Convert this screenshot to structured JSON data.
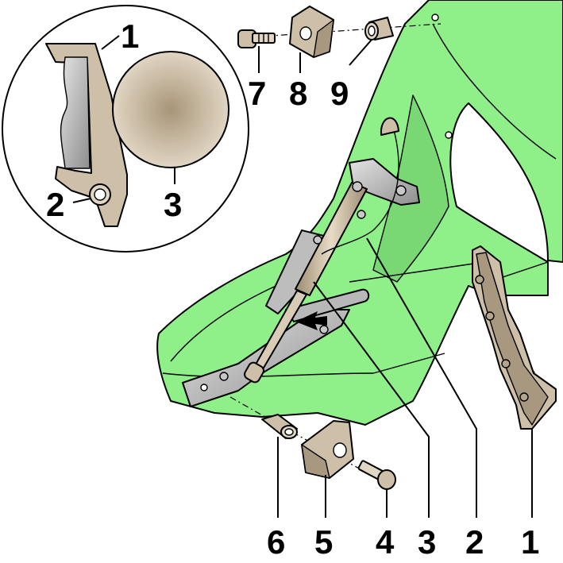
{
  "figure": {
    "colors": {
      "body_panel": "#8ff08a",
      "body_panel_shade": "#79d874",
      "part_metal": "#c8c8c8",
      "part_metal_dark": "#8e8e8e",
      "part_tan": "#cdbfa8",
      "part_tan_dark": "#a89880",
      "outline": "#000000"
    },
    "inset_callouts": [
      {
        "id": "inset-1",
        "label": "1"
      },
      {
        "id": "inset-2",
        "label": "2"
      },
      {
        "id": "inset-3",
        "label": "3"
      }
    ],
    "top_callouts": [
      {
        "id": "top-7",
        "label": "7"
      },
      {
        "id": "top-8",
        "label": "8"
      },
      {
        "id": "top-9",
        "label": "9"
      }
    ],
    "bottom_callouts": [
      {
        "id": "bottom-6",
        "label": "6"
      },
      {
        "id": "bottom-5",
        "label": "5"
      },
      {
        "id": "bottom-4",
        "label": "4"
      },
      {
        "id": "bottom-3",
        "label": "3"
      },
      {
        "id": "bottom-2",
        "label": "2"
      },
      {
        "id": "bottom-1",
        "label": "1"
      }
    ]
  }
}
